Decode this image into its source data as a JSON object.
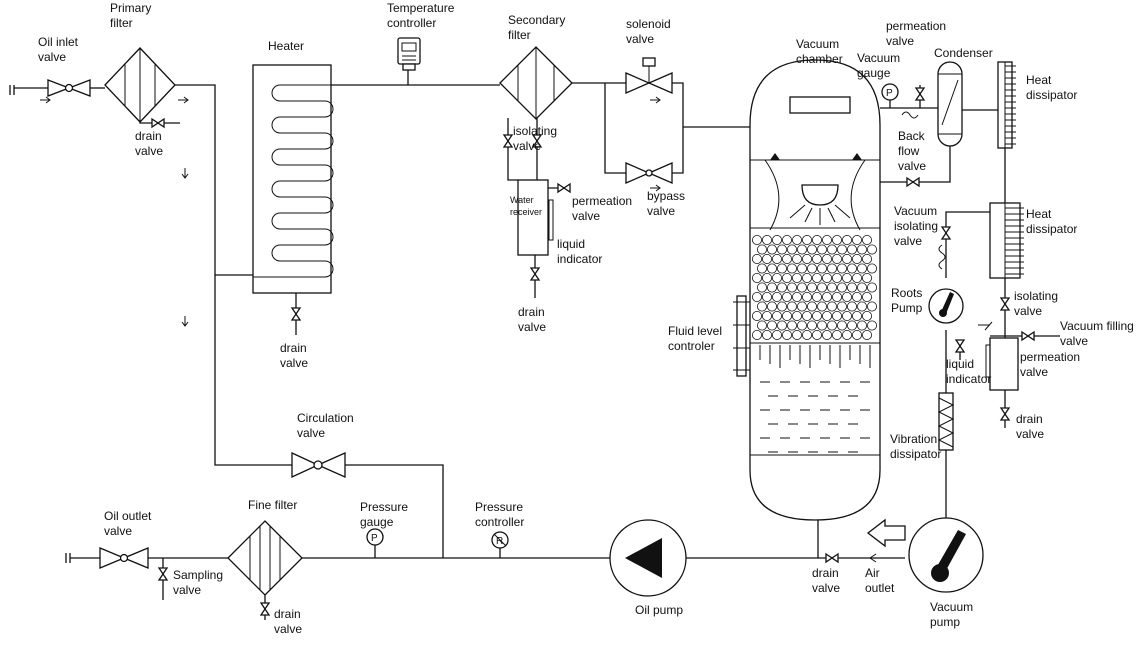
{
  "labels": {
    "oil_inlet_valve": [
      "Oil inlet",
      "valve"
    ],
    "primary_filter": [
      "Primary",
      "filter"
    ],
    "drain_valve_primary": [
      "drain",
      "valve"
    ],
    "heater": [
      "Heater"
    ],
    "drain_valve_heater": [
      "drain",
      "valve"
    ],
    "temperature_controller": [
      "Temperature",
      "controller"
    ],
    "secondary_filter": [
      "Secondary",
      "filter"
    ],
    "isolating_valve_secondary": [
      "isolating",
      "valve"
    ],
    "water_receiver": [
      "Water",
      "receiver"
    ],
    "permeation_valve_receiver": [
      "permeation",
      "valve"
    ],
    "liquid_indicator_receiver": [
      "liquid",
      "indicator"
    ],
    "drain_valve_receiver": [
      "drain",
      "valve"
    ],
    "solenoid_valve": [
      "solenoid",
      "valve"
    ],
    "bypass_valve": [
      "bypass",
      "valve"
    ],
    "vacuum_chamber": [
      "Vacuum",
      "chamber"
    ],
    "vacuum_gauge": [
      "Vacuum",
      "gauge"
    ],
    "permeation_valve_top": [
      "permeation",
      "valve"
    ],
    "condenser": [
      "Condenser"
    ],
    "heat_dissipator_top": [
      "Heat",
      "dissipator"
    ],
    "back_flow_valve": [
      "Back",
      "flow",
      "valve"
    ],
    "vacuum_isolating_valve": [
      "Vacuum",
      "isolating",
      "valve"
    ],
    "heat_dissipator_mid": [
      "Heat",
      "dissipator"
    ],
    "roots_pump": [
      "Roots",
      "Pump"
    ],
    "isolating_valve_right": [
      "isolating",
      "valve"
    ],
    "vacuum_filling_valve": [
      "Vacuum filling",
      "valve"
    ],
    "permeation_valve_right": [
      "permeation",
      "valve"
    ],
    "liquid_indicator_right": [
      "liquid",
      "indicator"
    ],
    "drain_valve_right": [
      "drain",
      "valve"
    ],
    "fluid_level_controler": [
      "Fluid level",
      "controler"
    ],
    "vibration_dissipator": [
      "Vibration",
      "dissipator"
    ],
    "circulation_valve": [
      "Circulation",
      "valve"
    ],
    "oil_outlet_valve": [
      "Oil outlet",
      "valve"
    ],
    "sampling_valve": [
      "Sampling",
      "valve"
    ],
    "fine_filter": [
      "Fine filter"
    ],
    "drain_valve_fine": [
      "drain",
      "valve"
    ],
    "pressure_gauge": [
      "Pressure",
      "gauge"
    ],
    "pressure_controller": [
      "Pressure",
      "controller"
    ],
    "oil_pump": [
      "Oil pump"
    ],
    "drain_valve_bottom": [
      "drain",
      "valve"
    ],
    "air_outlet": [
      "Air",
      "outlet"
    ],
    "vacuum_pump": [
      "Vacuum",
      "pump"
    ]
  },
  "symbols": {
    "pressure_gauge_letter": "P",
    "pressure_controller_letter": "R",
    "vacuum_gauge_letter": "P"
  }
}
